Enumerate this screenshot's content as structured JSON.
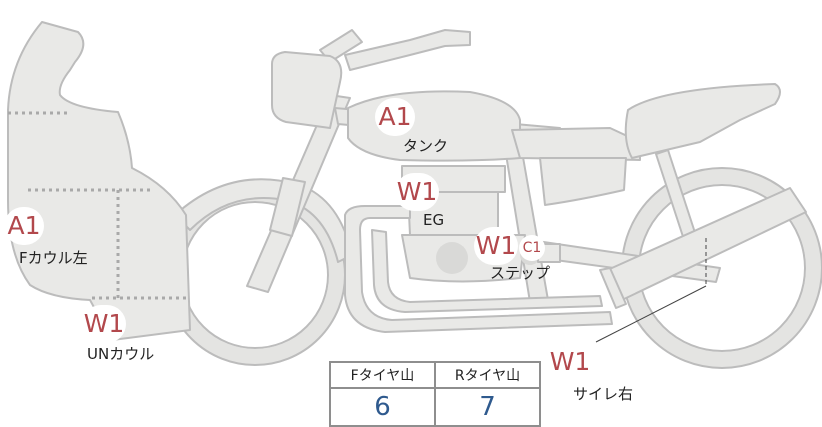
{
  "parts": {
    "tank": {
      "code": "A1",
      "label": "タンク"
    },
    "engine": {
      "code": "W1",
      "label": "EG"
    },
    "step": {
      "code": "W1",
      "sub_code": "C1",
      "label": "ステップ"
    },
    "front_cowl": {
      "code": "A1",
      "label": "Fカウル左"
    },
    "under_cowl": {
      "code": "W1",
      "label": "UNカウル"
    },
    "muffler": {
      "code": "W1",
      "label": "サイレ右"
    }
  },
  "tire_table": {
    "front_header": "Fタイヤ山",
    "rear_header": "Rタイヤ山",
    "front_value": "6",
    "rear_value": "7"
  },
  "colors": {
    "body_fill": "#e9e9e7",
    "outline": "#bcbcbc",
    "badge_text": "#b2484c",
    "value_text": "#2f5a8e"
  }
}
